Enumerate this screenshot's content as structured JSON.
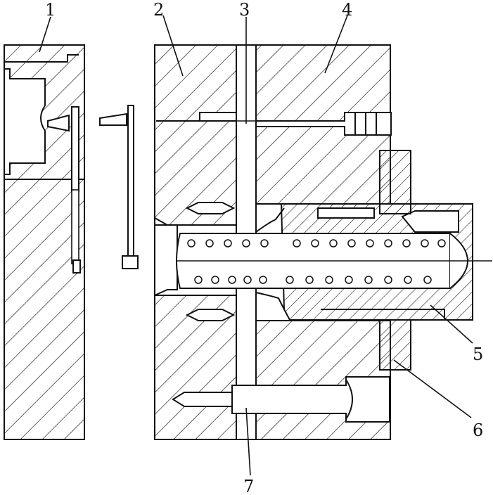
{
  "diagram": {
    "colors": {
      "line": "#111111",
      "background": "#ffffff"
    },
    "callouts": [
      {
        "id": "c1",
        "text": "1"
      },
      {
        "id": "c2",
        "text": "2"
      },
      {
        "id": "c3",
        "text": "3"
      },
      {
        "id": "c4",
        "text": "4"
      },
      {
        "id": "c5",
        "text": "5"
      },
      {
        "id": "c6",
        "text": "6"
      },
      {
        "id": "c7",
        "text": "7"
      }
    ]
  }
}
